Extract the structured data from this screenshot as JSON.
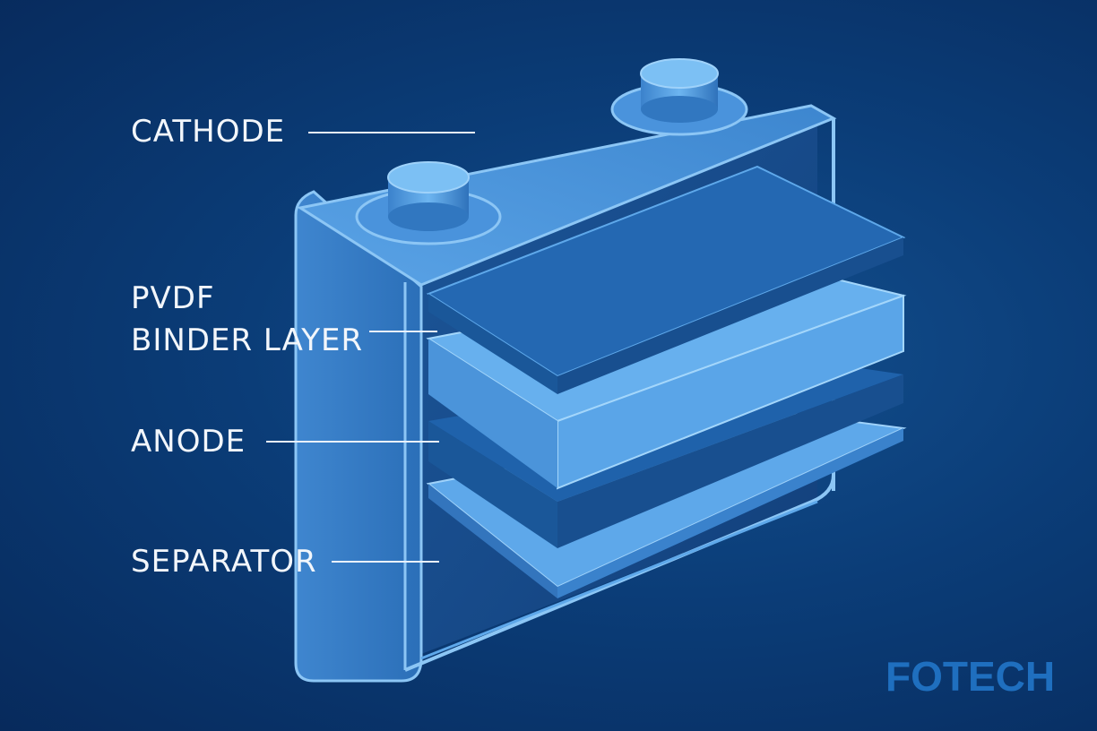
{
  "labels": {
    "cathode": "CATHODE",
    "pvdf_line1": "PVDF",
    "pvdf_line2": "BINDER LAYER",
    "anode": "ANODE",
    "separator": "SEPARATOR"
  },
  "brand": {
    "name": "FOTECH"
  },
  "colors": {
    "background": "#0b3d78",
    "casing": "#4f9be0",
    "layer_dark": "#1d5ea7",
    "layer_light": "#5ea8ea",
    "label_text": "#f2f6fb",
    "brand": "#1f6fbf"
  }
}
